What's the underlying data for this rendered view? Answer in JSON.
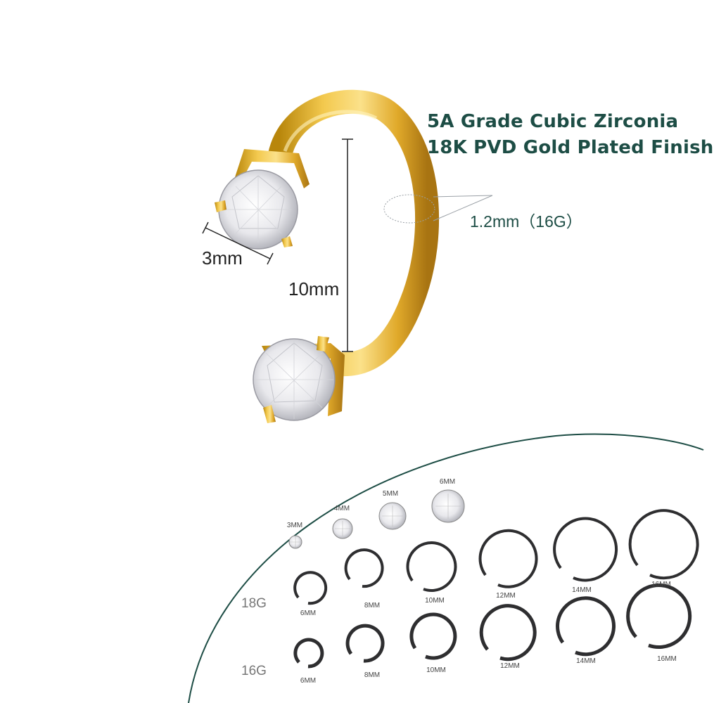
{
  "headline": {
    "line1": "5A Grade Cubic Zirconia",
    "line2": "18K PVD Gold Plated Finish"
  },
  "dimensions": {
    "gem_width": "3mm",
    "ring_height": "10mm",
    "gauge": "1.2mm（16G）"
  },
  "gem_sizes": [
    "3MM",
    "4MM",
    "5MM",
    "6MM"
  ],
  "ring_rows": [
    {
      "label": "18G",
      "sizes": [
        "6MM",
        "8MM",
        "10MM",
        "12MM",
        "14MM",
        "16MM"
      ]
    },
    {
      "label": "16G",
      "sizes": [
        "6MM",
        "8MM",
        "10MM",
        "12MM",
        "14MM",
        "16MM"
      ]
    }
  ],
  "colors": {
    "accent": "#1d4d45",
    "gold": "#e2b136",
    "ring_metal": "#2e2e30"
  }
}
